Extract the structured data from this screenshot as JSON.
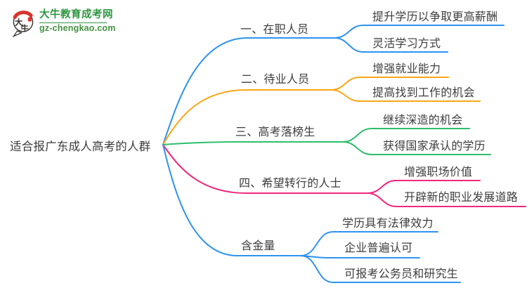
{
  "logo": {
    "icon_text": "大牛",
    "title": "大牛教育成考网",
    "url": "gz-chengkao.com",
    "brand_green": "#2e9640",
    "url_green": "#41913e",
    "accent_red": "#d7342b"
  },
  "colors": {
    "blue": "#2e93ee",
    "orange": "#fba617",
    "green": "#2ebe6b",
    "pink": "#f1277c",
    "node_text": "#3d3d3d"
  },
  "mindmap": {
    "root": "适合报广东成人高考的人群",
    "branches": [
      {
        "label": "一、在职人员",
        "color": "#2e93ee",
        "children": [
          "提升学历以争取更高薪酬",
          "灵活学习方式"
        ]
      },
      {
        "label": "二、待业人员",
        "color": "#fba617",
        "children": [
          "增强就业能力",
          "提高找到工作的机会"
        ]
      },
      {
        "label": "三、高考落榜生",
        "color": "#2ebe6b",
        "children": [
          "继续深造的机会",
          "获得国家承认的学历"
        ]
      },
      {
        "label": "四、希望转行的人士",
        "color": "#f1277c",
        "children": [
          "增强职场价值",
          "开辟新的职业发展道路"
        ]
      },
      {
        "label": "含金量",
        "color": "#2e93ee",
        "children": [
          "学历具有法律效力",
          "企业普遍认可",
          "可报考公务员和研究生"
        ]
      }
    ]
  }
}
